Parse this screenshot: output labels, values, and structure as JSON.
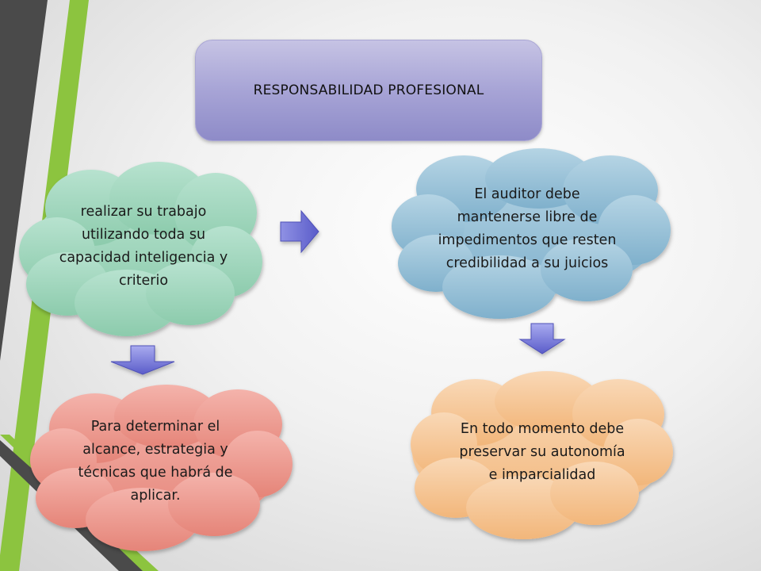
{
  "title": "RESPONSABILIDAD PROFESIONAL",
  "nodes": {
    "green_cloud": {
      "text": "realizar su trabajo utilizando toda su capacidad inteligencia y criterio",
      "color": "#a5d8c2"
    },
    "blue_cloud": {
      "text": "El auditor debe mantenerse libre de impedimentos que resten credibilidad a su juicios",
      "color": "#9fc4d8"
    },
    "red_cloud": {
      "text": "Para determinar el alcance, estrategia y técnicas que habrá de aplicar.",
      "color": "#ec9b92"
    },
    "orange_cloud": {
      "text": "En todo momento debe preservar su autonomía e imparcialidad",
      "color": "#f5c594"
    }
  },
  "colors": {
    "accent_green": "#8dc63f",
    "accent_dark": "#444444",
    "title_box": "#a7a4d6",
    "arrow": "#6f71d6"
  }
}
